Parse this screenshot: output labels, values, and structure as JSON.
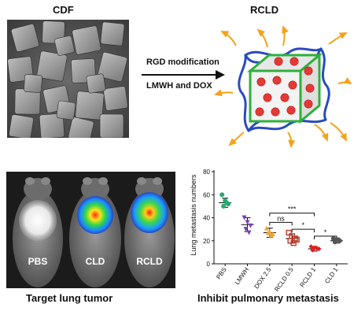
{
  "top": {
    "left_title": "CDF",
    "right_title": "RCLD",
    "arrow_text_top": "RGD modification",
    "arrow_text_bottom": "LMWH and DOX"
  },
  "bottom": {
    "panel_labels": [
      "PBS",
      "CLD",
      "RCLD"
    ],
    "left_caption": "Target lung tumor",
    "right_caption": "Inhibit  pulmonary  metastasis"
  },
  "colors": {
    "cube_edge": "#2eb03a",
    "sphere": "#e53935",
    "shell": "#2a4bbf",
    "ligand": "#f5a21b"
  },
  "chart_data": {
    "type": "scatter",
    "ylabel": "Lung metastasis numbers",
    "ylim": [
      0,
      80
    ],
    "yticks": [
      0,
      20,
      40,
      60,
      80
    ],
    "categories": [
      "PBS",
      "LMWH",
      "DOX 2.5",
      "RCLD 0.5",
      "RCLD 1",
      "CLD 1"
    ],
    "series": [
      {
        "marker": "circle",
        "color": "#2aa876",
        "points": [
          60,
          55,
          52,
          50,
          53
        ],
        "mean": 53,
        "sd": 4
      },
      {
        "marker": "triangle-down",
        "color": "#7b3fb0",
        "points": [
          40,
          36,
          33,
          30,
          27
        ],
        "mean": 34,
        "sd": 6
      },
      {
        "marker": "triangle-up",
        "color": "#f2a531",
        "points": [
          31,
          28,
          26,
          27,
          25
        ],
        "mean": 27,
        "sd": 4
      },
      {
        "marker": "square",
        "color": "#c0392b",
        "points": [
          27,
          24,
          22,
          20,
          18,
          21
        ],
        "mean": 22,
        "sd": 4
      },
      {
        "marker": "diamond",
        "color": "#e02020",
        "points": [
          15,
          14,
          13,
          12,
          14,
          13,
          12
        ],
        "mean": 13,
        "sd": 2
      },
      {
        "marker": "circle",
        "color": "#555555",
        "points": [
          22,
          21,
          20,
          19,
          21
        ],
        "mean": 20,
        "sd": 2
      }
    ],
    "comparisons": [
      {
        "from": 2,
        "to": 4,
        "label": "***"
      },
      {
        "from": 2,
        "to": 3,
        "label": "ns"
      },
      {
        "from": 3,
        "to": 4,
        "label": "*"
      },
      {
        "from": 4,
        "to": 5,
        "label": "*"
      }
    ]
  }
}
